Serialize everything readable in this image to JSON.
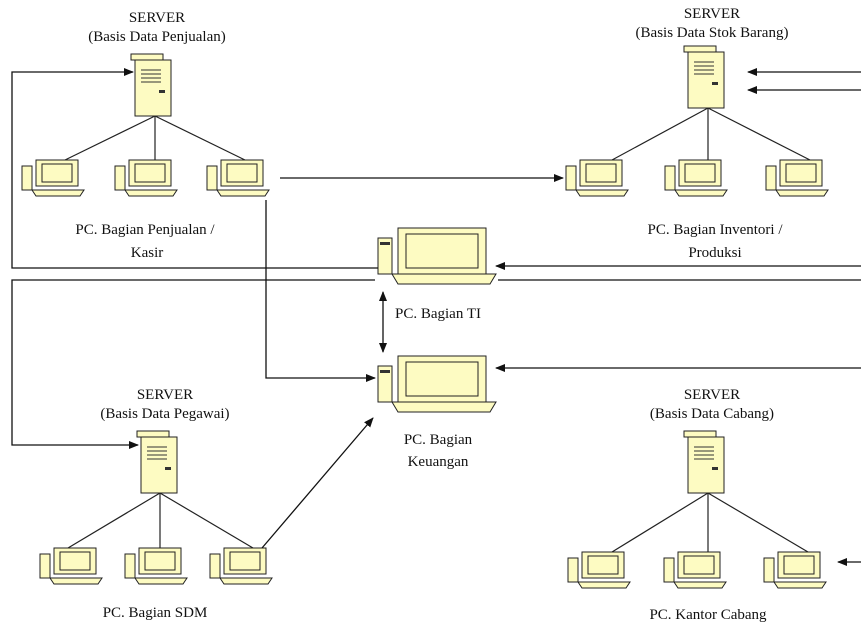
{
  "groups": {
    "penjualan": {
      "server_title": "SERVER",
      "server_db": "(Basis Data Penjualan)",
      "pc_label_line1": "PC. Bagian Penjualan /",
      "pc_label_line2": "Kasir"
    },
    "inventori": {
      "server_title": "SERVER",
      "server_db": "(Basis Data Stok Barang)",
      "pc_label_line1": "PC. Bagian Inventori /",
      "pc_label_line2": "Produksi"
    },
    "pegawai": {
      "server_title": "SERVER",
      "server_db": "(Basis Data Pegawai)",
      "pc_label": "PC. Bagian SDM"
    },
    "cabang": {
      "server_title": "SERVER",
      "server_db": "(Basis Data Cabang)",
      "pc_label": "PC. Kantor Cabang"
    }
  },
  "center": {
    "ti_label": "PC. Bagian TI",
    "keuangan_line1": "PC. Bagian",
    "keuangan_line2": "Keuangan"
  },
  "colors": {
    "device_fill": "#fdfbc2",
    "stroke": "#222222"
  }
}
